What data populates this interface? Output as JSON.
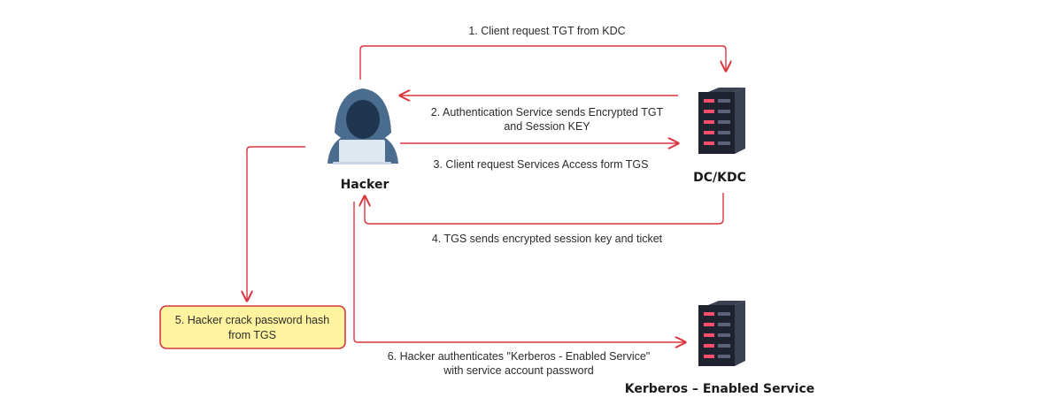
{
  "colors": {
    "arrow": "#d9363e",
    "hood": "#4a6c8f",
    "hood_dark": "#2f4a66",
    "laptop": "#dfe8f1",
    "server_body": "#1f2330",
    "server_side": "#3a4152",
    "server_slot": "#ff4d6d",
    "note_fill": "#fff3a0",
    "note_stroke": "#d9363e"
  },
  "nodes": {
    "hacker": {
      "label": "Hacker",
      "icon": "hooded-hacker-icon"
    },
    "dc": {
      "label": "DC/KDC",
      "icon": "server-icon"
    },
    "service": {
      "label": "Kerberos –  Enabled Service",
      "icon": "server-icon"
    }
  },
  "steps": {
    "s1": "1. Client request  TGT from KDC",
    "s2_line1": "2. Authentication Service sends Encrypted TGT",
    "s2_line2": "and Session KEY",
    "s3": "3. Client  request Services Access form TGS",
    "s4": "4. TGS sends encrypted session key and ticket",
    "s5_line1": "5. Hacker crack password hash",
    "s5_line2": "from  TGS",
    "s6_line1": "6. Hacker authenticates \"Kerberos -  Enabled Service\"",
    "s6_line2": "with service account password"
  }
}
